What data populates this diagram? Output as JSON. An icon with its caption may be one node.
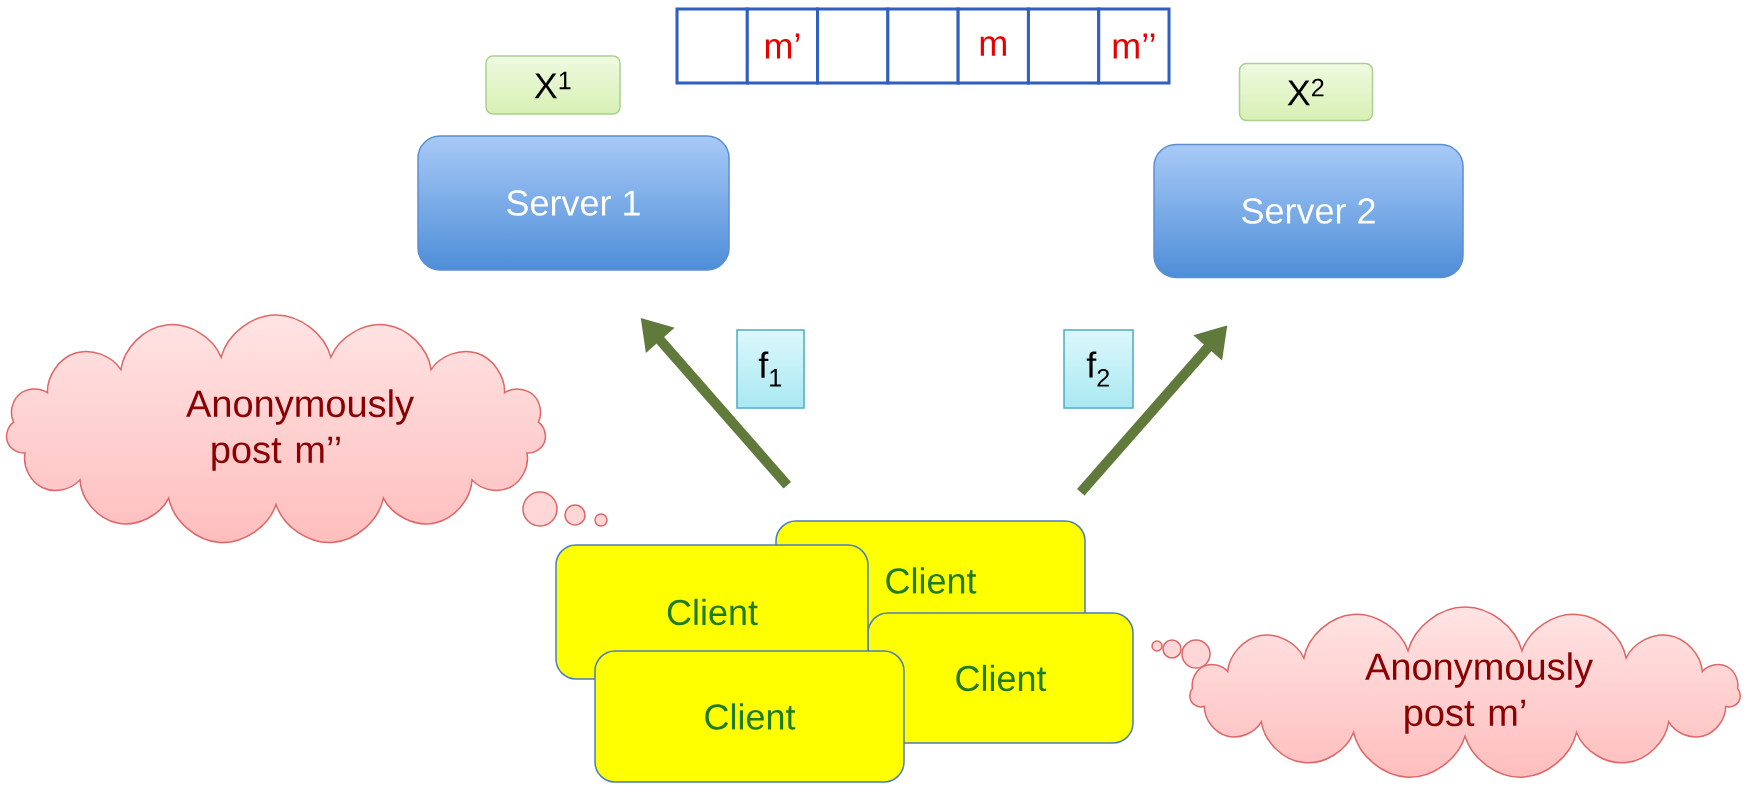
{
  "diagram": {
    "nodes": [
      {
        "text": [],
        "shape": "box"
      },
      {
        "text": [
          "m’"
        ]
      },
      {
        "text": [],
        "shape": "box"
      },
      {
        "text": [],
        "shape": "box"
      },
      {
        "text": [
          "m"
        ]
      },
      {
        "text": [],
        "shape": "box"
      },
      {
        "text": [
          "m’’"
        ]
      },
      {
        "text": [
          "X$^{1}$"
        ]
      },
      {
        "text": [
          "Server 1"
        ]
      },
      {
        "text": [
          "X$^{2}$"
        ]
      },
      {
        "text": [
          "Server 2"
        ]
      },
      {
        "text": [
          "f$_{1}$"
        ]
      },
      {
        "text": [
          "f$_{2}$"
        ]
      },
      {
        "text": [
          "Anonymously post m’’"
        ]
      },
      {
        "text": [
          "Client"
        ]
      },
      {
        "text": [
          "Client"
        ]
      },
      {
        "text": [
          "Client"
        ]
      },
      {
        "text": [
          "Client"
        ]
      },
      {
        "text": [
          "Anonymously post m’"
        ]
      }
    ],
    "edges": [
      {
        "from": 14,
        "to": 8,
        "arrow": "to"
      },
      {
        "from": 14,
        "to": 10,
        "arrow": "to"
      }
    ]
  }
}
